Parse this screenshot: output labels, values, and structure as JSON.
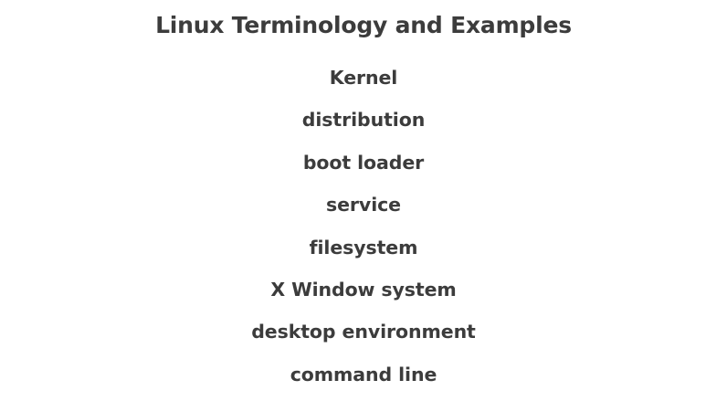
{
  "title": "Linux Terminology and Examples",
  "terms": [
    "Kernel",
    "distribution",
    "boot loader",
    "service",
    "filesystem",
    "X Window system",
    "desktop environment",
    "command line"
  ],
  "colors": {
    "background": "#ffffff",
    "text": "#3c3c3c"
  }
}
